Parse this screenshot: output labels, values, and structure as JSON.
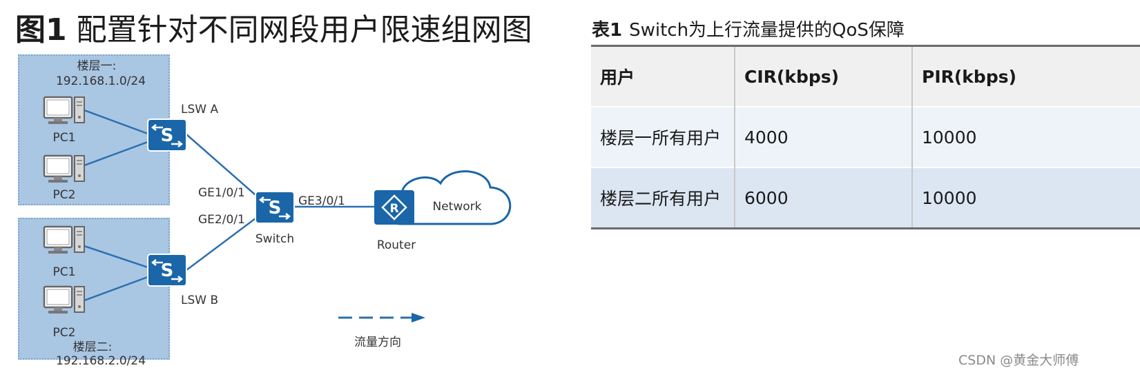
{
  "figure": {
    "number": "图1",
    "title": "配置针对不同网段用户限速组网图",
    "floor1": {
      "name": "楼层一:",
      "subnet": "192.168.1.0/24",
      "pc1": "PC1",
      "pc2": "PC2"
    },
    "floor2": {
      "name": "楼层二:",
      "subnet": "192.168.2.0/24",
      "pc1": "PC1",
      "pc2": "PC2"
    },
    "lsw_a": "LSW A",
    "lsw_b": "LSW B",
    "switch": "Switch",
    "router": "Router",
    "network": "Network",
    "ports": {
      "ge1": "GE1/0/1",
      "ge2": "GE2/0/1",
      "ge3": "GE3/0/1"
    },
    "legend": "流量方向",
    "colors": {
      "device": "#1a66a8",
      "link": "#2a6fb0",
      "floor_bg": "#a9c6e3"
    }
  },
  "table": {
    "number": "表1",
    "title": "Switch为上行流量提供的QoS保障",
    "headers": [
      "用户",
      "CIR(kbps)",
      "PIR(kbps)"
    ],
    "rows": [
      [
        "楼层一所有用户",
        "4000",
        "10000"
      ],
      [
        "楼层二所有用户",
        "6000",
        "10000"
      ]
    ]
  },
  "watermark": "CSDN @黄金大师傅"
}
